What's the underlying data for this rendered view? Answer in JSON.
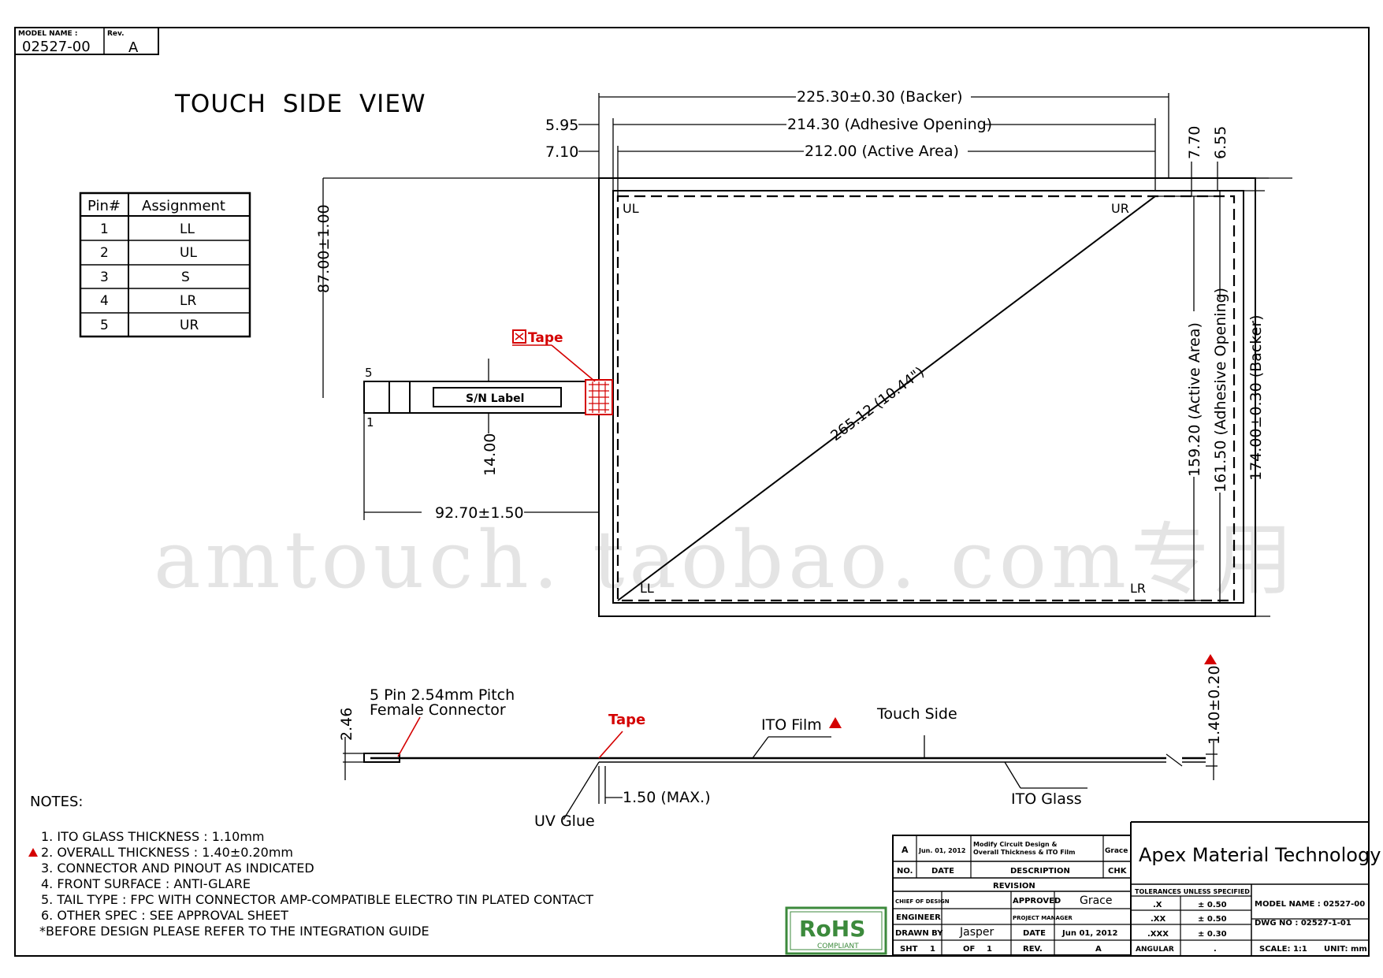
{
  "title_block_top": {
    "model_name_label": "MODEL NAME :",
    "model_name_value": "02527-00",
    "rev_label": "Rev.",
    "rev_value": "A"
  },
  "view_title": "TOUCH SIDE VIEW",
  "pin_table": {
    "headers": [
      "Pin#",
      "Assignment"
    ],
    "rows": [
      {
        "pin": "1",
        "assignment": "LL"
      },
      {
        "pin": "2",
        "assignment": "UL"
      },
      {
        "pin": "3",
        "assignment": "S"
      },
      {
        "pin": "4",
        "assignment": "LR"
      },
      {
        "pin": "5",
        "assignment": "UR"
      }
    ]
  },
  "dimensions": {
    "backer_width": "225.30±0.30 (Backer)",
    "adhesive_width": "214.30 (Adhesive Opening)",
    "active_width": "212.00 (Active Area)",
    "left_595": "5.95",
    "left_710": "7.10",
    "right_770": "7.70",
    "right_655": "6.55",
    "tail_offset": "87.00±1.00",
    "tail_width": "14.00",
    "tail_length": "92.70±1.50",
    "diagonal": "265.12 (10.44\")",
    "active_height": "159.20 (Active Area)",
    "adhesive_height": "161.50 (Adhesive Opening)",
    "backer_height": "174.00±0.30 (Backer)",
    "connector_height": "2.46",
    "overall_thickness": "1.40±0.20",
    "uv_glue_max": "1.50 (MAX.)"
  },
  "corner_labels": {
    "ul": "UL",
    "ur": "UR",
    "ll": "LL",
    "lr": "LR"
  },
  "tail": {
    "sn_label": "S/N Label",
    "pin5": "5",
    "pin1": "1",
    "tape_label": "Tape",
    "tape_icon": "tape-icon"
  },
  "side_view": {
    "connector_label_1": "5 Pin 2.54mm Pitch",
    "connector_label_2": "Female Connector",
    "tape_label": "Tape",
    "ito_film": "ITO Film",
    "touch_side": "Touch Side",
    "uv_glue": "UV Glue",
    "ito_glass": "ITO Glass"
  },
  "watermark": "amtouch. taobao. com专用",
  "notes": {
    "heading": "NOTES:",
    "items": [
      "1. ITO GLASS THICKNESS : 1.10mm",
      "2. OVERALL THICKNESS : 1.40±0.20mm",
      "3. CONNECTOR AND PINOUT AS INDICATED",
      "4. FRONT SURFACE : ANTI-GLARE",
      "5. TAIL TYPE : FPC WITH CONNECTOR AMP-COMPATIBLE  ELECTRO TIN PLATED CONTACT",
      "6. OTHER SPEC : SEE APPROVAL SHEET",
      "*BEFORE DESIGN PLEASE REFER TO THE INTEGRATION GUIDE"
    ]
  },
  "rohs": {
    "title": "RoHS",
    "subtitle": "COMPLIANT"
  },
  "revision_block": {
    "rev": "A",
    "date": "Jun. 01, 2012",
    "description_1": "Modify Circuit Design &",
    "description_2": "Overall Thickness & ITO Film",
    "chk": "Grace",
    "col_no": "NO.",
    "col_date": "DATE",
    "col_description": "DESCRIPTION",
    "col_chk": "CHK",
    "revision_label": "REVISION",
    "chief_of_design": "CHIEF OF DESIGN",
    "approved_label": "APPROVED",
    "approved_value": "Grace",
    "engineer_label": "ENGINEER",
    "project_manager": "PROJECT MANAGER",
    "drawn_by_label": "DRAWN BY",
    "drawn_by_value": "Jasper",
    "date_label": "DATE",
    "date_value": "Jun 01, 2012",
    "sht_label": "SHT",
    "sht_value": "1",
    "of_label": "OF",
    "of_value": "1",
    "rev_label": "REV.",
    "rev_value": "A"
  },
  "company": "Apex Material Technology Corp.",
  "tolerances": {
    "header": "TOLERANCES UNLESS SPECIFIED",
    "rows": [
      {
        "label": ".X",
        "value": "± 0.50"
      },
      {
        "label": ".XX",
        "value": "± 0.50"
      },
      {
        "label": ".XXX",
        "value": "± 0.30"
      },
      {
        "label": "ANGULAR",
        "value": "."
      }
    ]
  },
  "model_info": {
    "model_name": "MODEL NAME : 02527-00",
    "dwg_no": "DWG NO : 02527-1-01",
    "scale": "SCALE: 1:1",
    "unit": "UNIT: mm"
  },
  "colors": {
    "line": "#000000",
    "accent_red": "#d40000",
    "rohs_green": "#3c8a3c",
    "watermark": "#e4e4e4"
  }
}
